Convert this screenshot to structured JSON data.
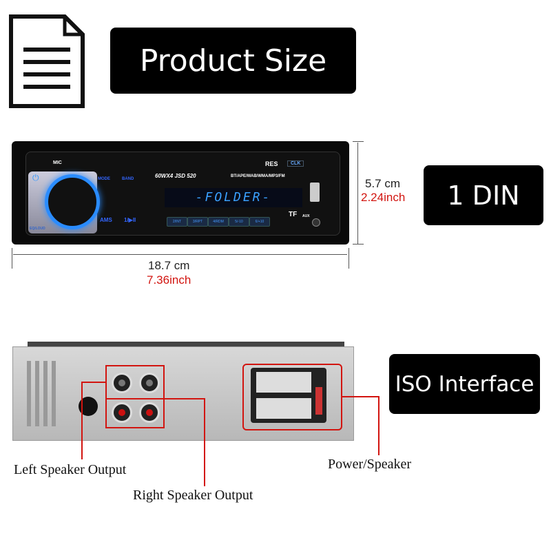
{
  "header": {
    "icon": "document-icon",
    "title": "Product Size"
  },
  "front_view": {
    "height_cm": "5.7 cm",
    "height_inch": "2.24inch",
    "width_cm": "18.7 cm",
    "width_inch": "7.36inch",
    "badge": "1 DIN",
    "panel": {
      "mic": "MIC",
      "res": "RES",
      "clk": "CLK",
      "mode": "MODE",
      "band": "BAND",
      "model": "60WX4  JSD 520",
      "formats": "BT/APE/WAB/WMA/MP3/FM",
      "display": "-FOLDER-",
      "ams": "AMS",
      "play": "1/▶II",
      "eq": "EQ/LOUD",
      "tf": "TF",
      "aux": "AUX",
      "buttons": [
        "2/INT",
        "3/RPT",
        "4/RDM",
        "5/-10",
        "6/+10"
      ]
    }
  },
  "rear_view": {
    "badge": "ISO Interface",
    "labels": {
      "left": "Left Speaker Output",
      "right": "Right Speaker Output",
      "power": "Power/Speaker"
    }
  },
  "colors": {
    "accent_red": "#d2140f",
    "display_blue": "#3aa0ff"
  }
}
